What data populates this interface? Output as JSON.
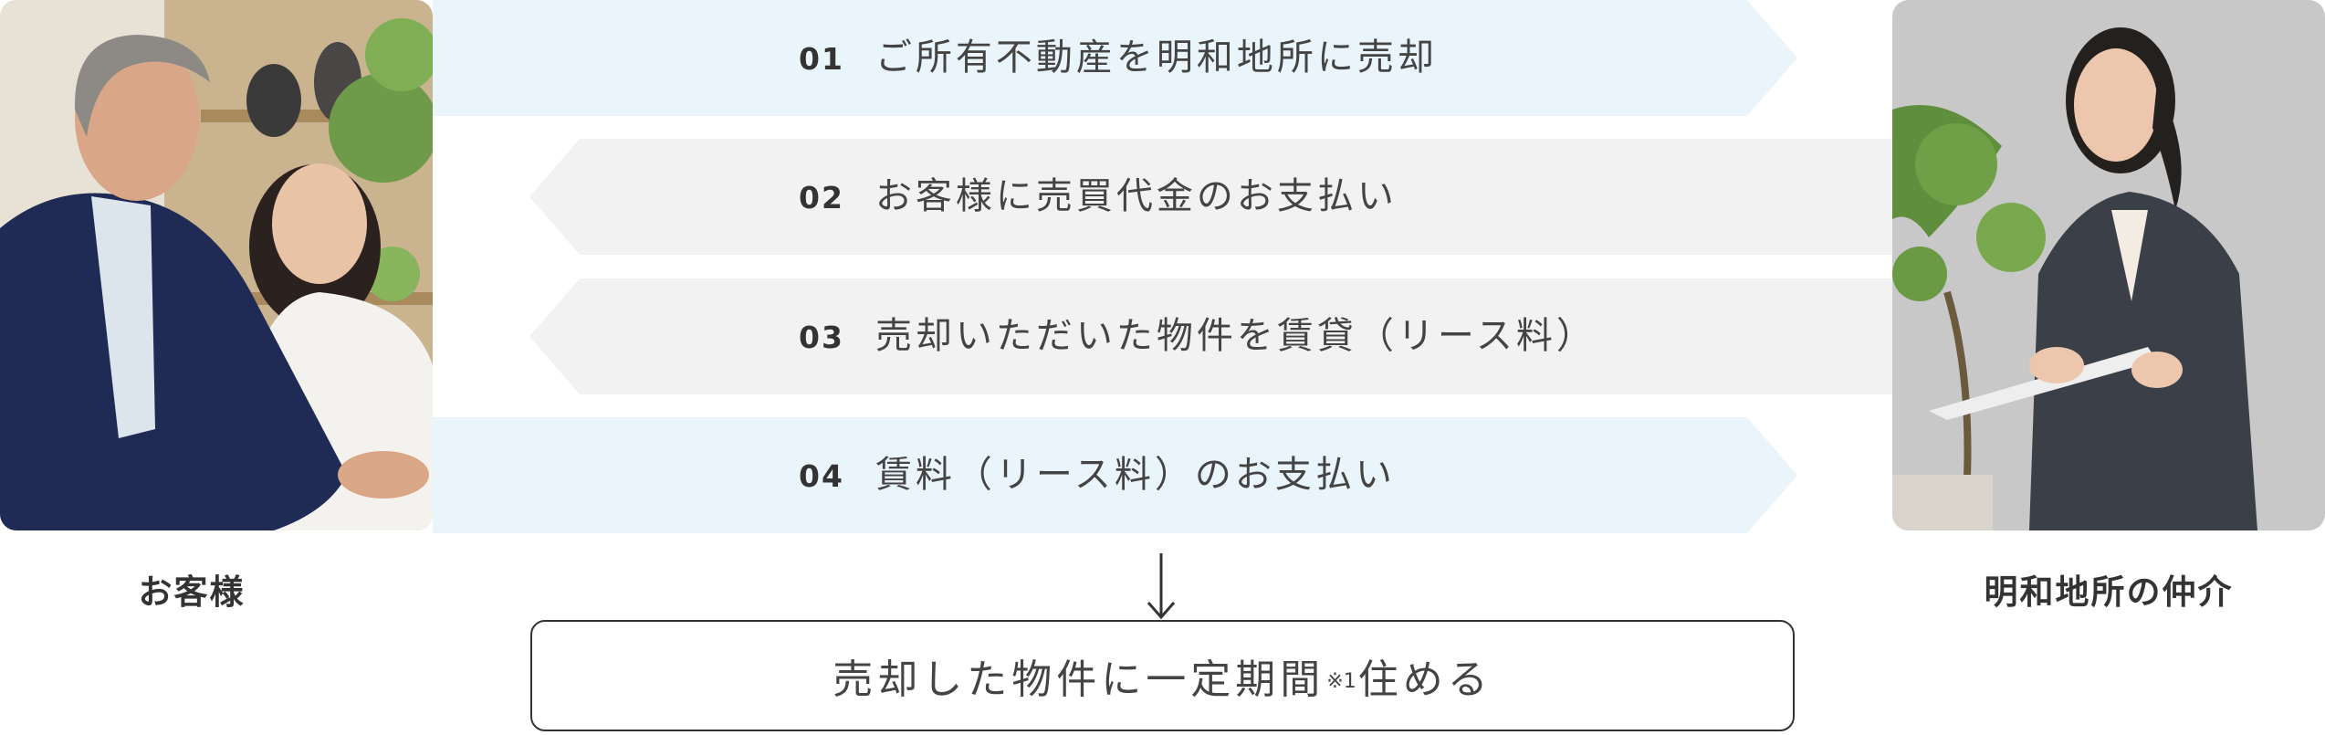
{
  "people": {
    "left_caption": "お客様",
    "right_caption": "明和地所の仲介"
  },
  "steps": [
    {
      "num": "01",
      "text": "ご所有不動産を明和地所に売却",
      "direction": "right",
      "color": "#eaf4fb"
    },
    {
      "num": "02",
      "text": "お客様に売買代金のお支払い",
      "direction": "left",
      "color": "#f2f2f2"
    },
    {
      "num": "03",
      "text": "売却いただいた物件を賃貸（リース料）",
      "direction": "left",
      "color": "#f2f2f2"
    },
    {
      "num": "04",
      "text": "賃料（リース料）のお支払い",
      "direction": "right",
      "color": "#eaf4fb"
    }
  ],
  "result": {
    "text_before_note": "売却した物件に一定期間",
    "note": "※1",
    "text_after_note": "住める"
  }
}
